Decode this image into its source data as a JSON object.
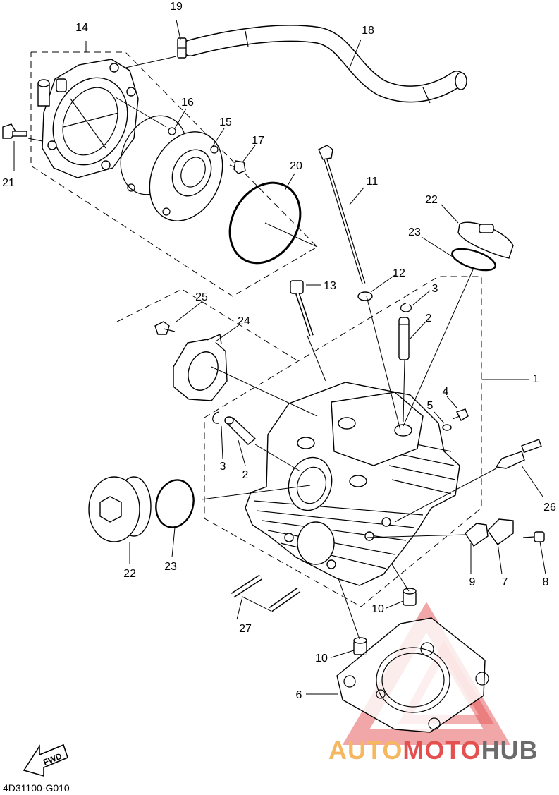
{
  "diagram_code": "4D31100-G010",
  "fwd_label": "FWD",
  "watermark": {
    "auto": "AUTO",
    "moto": "MOTO",
    "hub": "HUB",
    "red": "#e45050",
    "grey": "#6b6b6b",
    "orange": "#f5b860"
  },
  "callouts": {
    "c1": "1",
    "c2a": "2",
    "c2b": "2",
    "c3a": "3",
    "c3b": "3",
    "c4": "4",
    "c5": "5",
    "c6": "6",
    "c7": "7",
    "c8": "8",
    "c9": "9",
    "c10a": "10",
    "c10b": "10",
    "c11": "11",
    "c12": "12",
    "c13": "13",
    "c14": "14",
    "c15": "15",
    "c16": "16",
    "c17": "17",
    "c18": "18",
    "c19": "19",
    "c20": "20",
    "c21": "21",
    "c22a": "22",
    "c22b": "22",
    "c23a": "23",
    "c23b": "23",
    "c24": "24",
    "c25": "25",
    "c26": "26",
    "c27": "27"
  }
}
